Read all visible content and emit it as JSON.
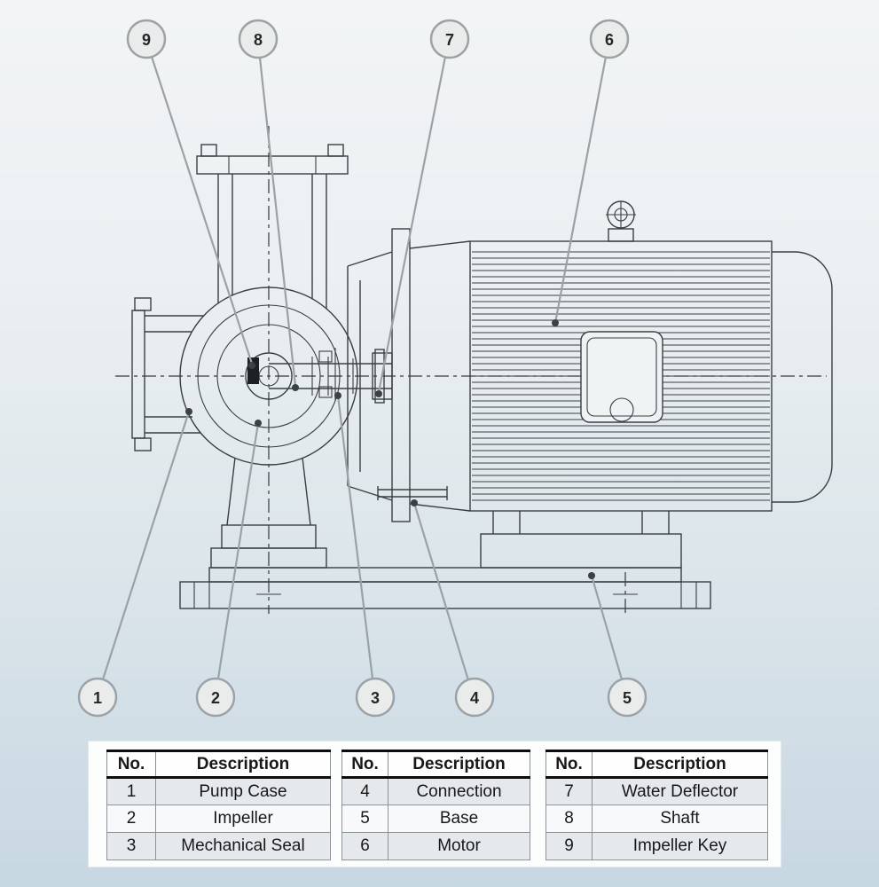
{
  "callouts": [
    {
      "label": "1"
    },
    {
      "label": "2"
    },
    {
      "label": "3"
    },
    {
      "label": "4"
    },
    {
      "label": "5"
    },
    {
      "label": "6"
    },
    {
      "label": "7"
    },
    {
      "label": "8"
    },
    {
      "label": "9"
    }
  ],
  "tables": [
    {
      "headers": {
        "no": "No.",
        "description": "Description"
      },
      "rows": [
        {
          "no": "1",
          "description": "Pump Case"
        },
        {
          "no": "2",
          "description": "Impeller"
        },
        {
          "no": "3",
          "description": "Mechanical Seal"
        }
      ]
    },
    {
      "headers": {
        "no": "No.",
        "description": "Description"
      },
      "rows": [
        {
          "no": "4",
          "description": "Connection"
        },
        {
          "no": "5",
          "description": "Base"
        },
        {
          "no": "6",
          "description": "Motor"
        }
      ]
    },
    {
      "headers": {
        "no": "No.",
        "description": "Description"
      },
      "rows": [
        {
          "no": "7",
          "description": "Water Deflector"
        },
        {
          "no": "8",
          "description": "Shaft"
        },
        {
          "no": "9",
          "description": "Impeller Key"
        }
      ]
    }
  ],
  "colors": {
    "drawing_line": "#3a3f44",
    "leader_line": "#9aa2a8",
    "callout_fill": "#e9eceb",
    "callout_border": "#9ba3a8",
    "table_row_shade": "#e6e9eb",
    "background_top": "#f2f4f5",
    "background_bottom": "#c7d7e2"
  }
}
